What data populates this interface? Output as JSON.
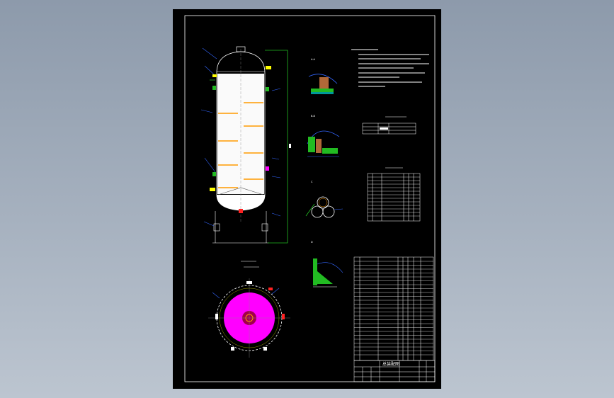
{
  "viewport": {
    "background": "#98a5b5"
  },
  "colors": {
    "paper": "#000000",
    "frame": "#ffffff",
    "vessel": "#ffffff",
    "orange": "#ff9900",
    "green": "#22bb22",
    "blue": "#3366ff",
    "magenta": "#ff00ff",
    "red": "#ff2222",
    "yellow": "#ffff00",
    "cyan": "#00ffff"
  },
  "details": {
    "a_label": "A-A",
    "b_label": "B-B",
    "c_label": "C",
    "d_label": "D"
  },
  "title_block": {
    "title": "总装配图"
  }
}
